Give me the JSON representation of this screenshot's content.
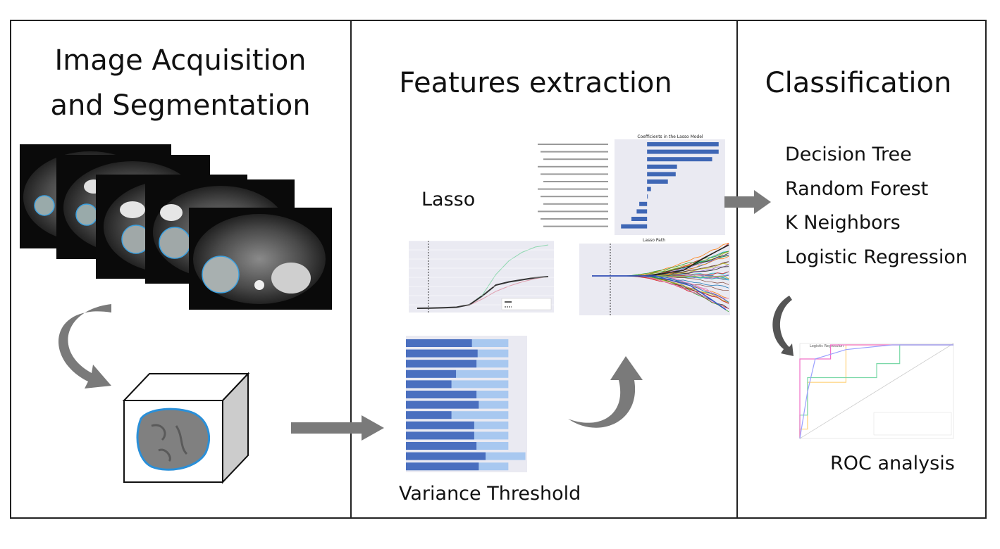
{
  "panels": [
    {
      "title_line1": "Image Acquisition",
      "title_line2": "and Segmentation"
    },
    {
      "title": "Features extraction",
      "lasso_label": "Lasso",
      "variance_label": "Variance Threshold"
    },
    {
      "title": "Classification",
      "methods": [
        "Decision Tree",
        "Random Forest",
        "K Neighbors",
        "Logistic Regression"
      ],
      "roc_label": "ROC analysis"
    }
  ],
  "colors": {
    "border": "#222222",
    "arrow": "#7a7a7a",
    "bar_dark": "#4a6fbf",
    "bar_light": "#a8c8f0",
    "coef_bar": "#3f67b5"
  },
  "chart_data": [
    {
      "type": "bar",
      "title": "Coefficients in the Lasso Model",
      "orientation": "horizontal",
      "values": [
        0.55,
        0.55,
        0.5,
        0.23,
        0.22,
        0.16,
        0.03,
        0.0,
        -0.06,
        -0.08,
        -0.12,
        -0.2
      ]
    },
    {
      "type": "line",
      "series": [
        {
          "values": [
            0.0,
            0.02,
            0.05,
            0.1,
            0.3,
            0.9,
            1.6,
            2.1,
            2.5,
            2.8,
            3.0
          ]
        },
        {
          "values": [
            0.0,
            0.02,
            0.05,
            0.1,
            0.35,
            1.3,
            3.2,
            4.5,
            5.3,
            5.8,
            6.0
          ]
        },
        {
          "values": [
            0.0,
            0.02,
            0.05,
            0.1,
            0.35,
            1.2,
            2.2,
            2.5,
            2.7,
            2.9,
            3.0
          ]
        }
      ]
    },
    {
      "type": "line",
      "title": "Lasso Path"
    },
    {
      "type": "bar",
      "orientation": "horizontal",
      "series": [
        {
          "values": [
            0.58,
            0.63,
            0.62,
            0.44,
            0.4,
            0.62,
            0.64,
            0.4,
            0.6,
            0.6,
            0.62,
            0.7,
            0.64
          ]
        },
        {
          "values": [
            0.9,
            0.9,
            0.9,
            0.9,
            0.9,
            0.9,
            0.9,
            0.9,
            0.9,
            0.9,
            0.9,
            1.05,
            0.9
          ]
        }
      ]
    },
    {
      "type": "line",
      "title": "Logistic Regression",
      "series": [
        {
          "values": [
            [
              0,
              0
            ],
            [
              0,
              0.1
            ],
            [
              0.05,
              0.1
            ],
            [
              0.05,
              0.6
            ],
            [
              0.3,
              0.6
            ],
            [
              0.3,
              1.0
            ],
            [
              1,
              1
            ]
          ]
        },
        {
          "values": [
            [
              0,
              0
            ],
            [
              0,
              0.25
            ],
            [
              0.05,
              0.25
            ],
            [
              0.05,
              0.65
            ],
            [
              0.5,
              0.65
            ],
            [
              0.5,
              0.8
            ],
            [
              0.65,
              0.8
            ],
            [
              0.65,
              1.0
            ],
            [
              1,
              1
            ]
          ]
        },
        {
          "values": [
            [
              0,
              0
            ],
            [
              0,
              0.85
            ],
            [
              0.2,
              0.85
            ],
            [
              0.2,
              1.0
            ],
            [
              1,
              1
            ]
          ]
        },
        {
          "values": [
            [
              0,
              0
            ],
            [
              0.05,
              0.5
            ],
            [
              0.1,
              0.85
            ],
            [
              0.3,
              0.95
            ],
            [
              0.6,
              1.0
            ],
            [
              1,
              1
            ]
          ]
        }
      ]
    }
  ]
}
